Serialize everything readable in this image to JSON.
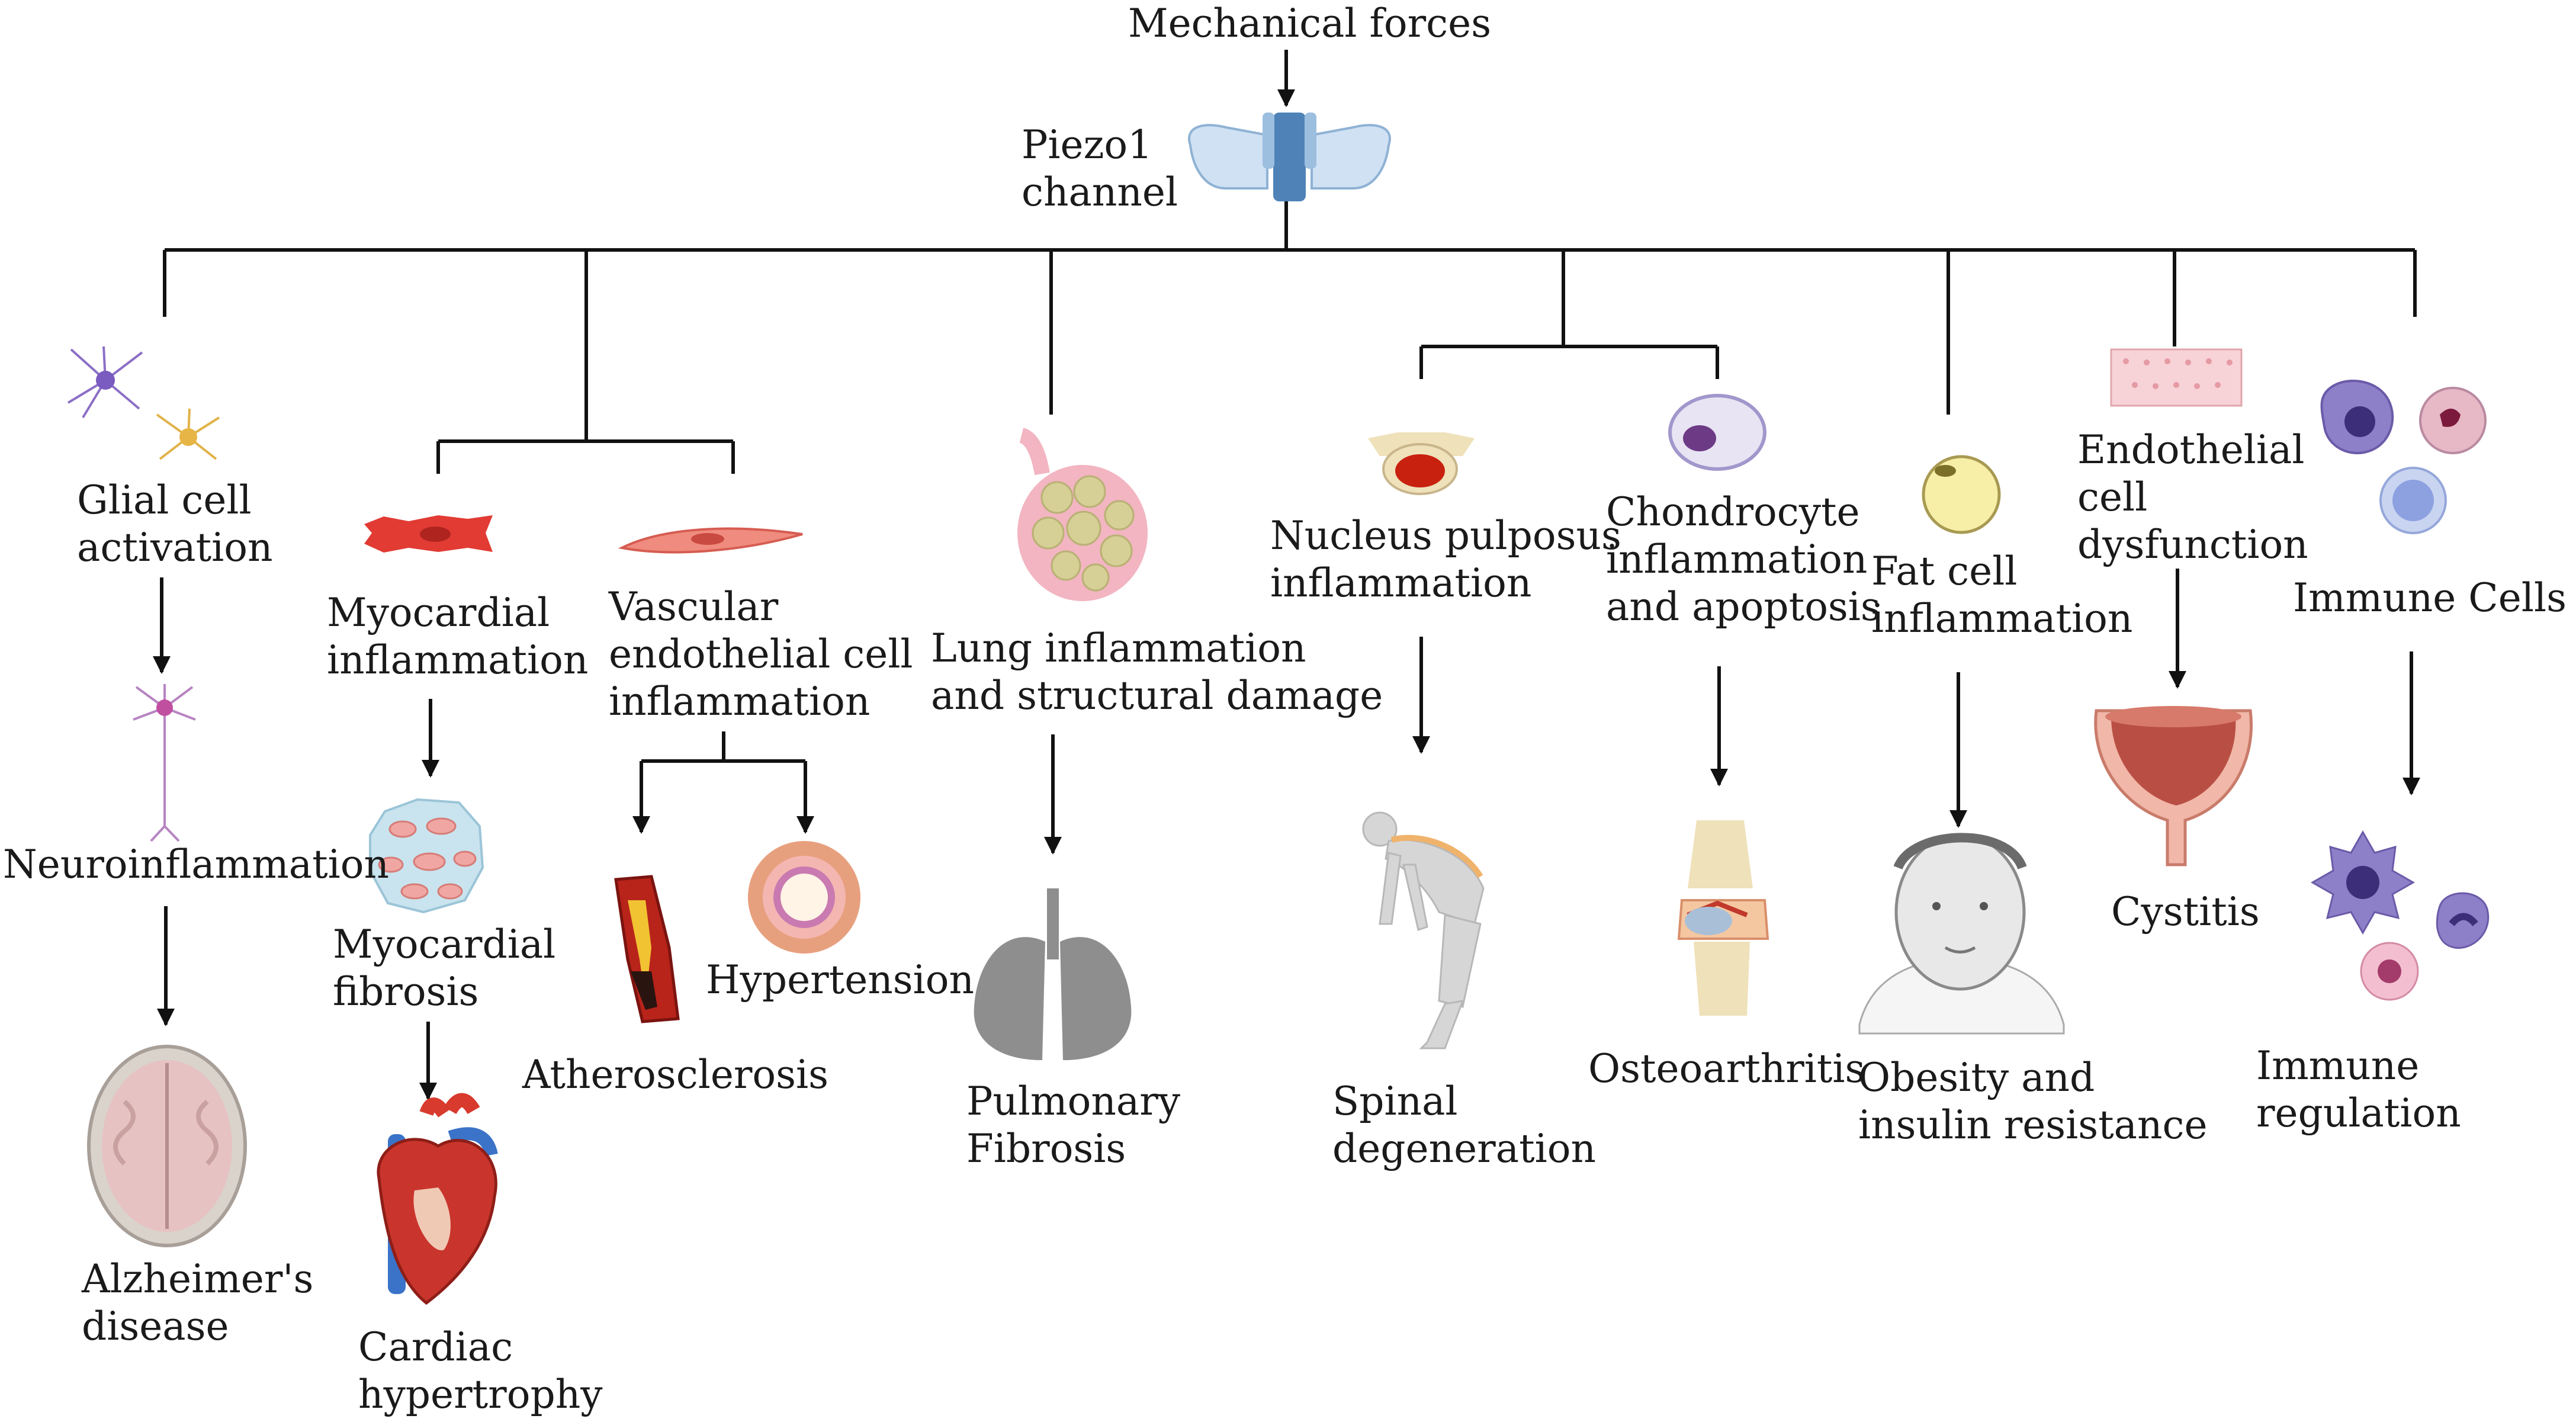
{
  "diagram": {
    "root_label": "Mechanical forces",
    "channel_label": "Piezo1\nchannel",
    "branches": {
      "glial": {
        "label": "Glial cell\nactivation",
        "next": "Neuroinflammation",
        "outcome": "Alzheimer's\ndisease"
      },
      "myocardial": {
        "label": "Myocardial\ninflammation",
        "next": "Myocardial\nfibrosis",
        "outcome": "Cardiac\nhypertrophy"
      },
      "vascular": {
        "label": "Vascular\nendothelial cell\ninflammation",
        "outcome_a": "Atherosclerosis",
        "outcome_b": "Hypertension"
      },
      "lung": {
        "label": "Lung inflammation\nand structural damage",
        "outcome": "Pulmonary\nFibrosis"
      },
      "nucleus": {
        "label": "Nucleus pulposus\ninflammation",
        "outcome": "Spinal\ndegeneration"
      },
      "chondrocyte": {
        "label": "Chondrocyte\ninflammation\nand apoptosis",
        "outcome": "Osteoarthritis"
      },
      "fat": {
        "label": "Fat cell\ninflammation",
        "outcome": "Obesity and\ninsulin resistance"
      },
      "endothelial": {
        "label": "Endothelial\ncell\ndysfunction",
        "outcome": "Cystitis"
      },
      "immune": {
        "label": "Immune Cells",
        "outcome": "Immune regulation"
      }
    },
    "colors": {
      "line": "#111111",
      "piezo_light": "#cfe1f3",
      "piezo_dark": "#4f83b8",
      "muscle_red": "#e13b34",
      "lung_pink": "#f2b5c1",
      "lung_sac": "#d6cf96",
      "fat_yellow": "#f7efa8",
      "immune_purple": "#6d5bb4",
      "organ_grey": "#8e8e8e",
      "brain_pink": "#e7c2c2"
    }
  }
}
